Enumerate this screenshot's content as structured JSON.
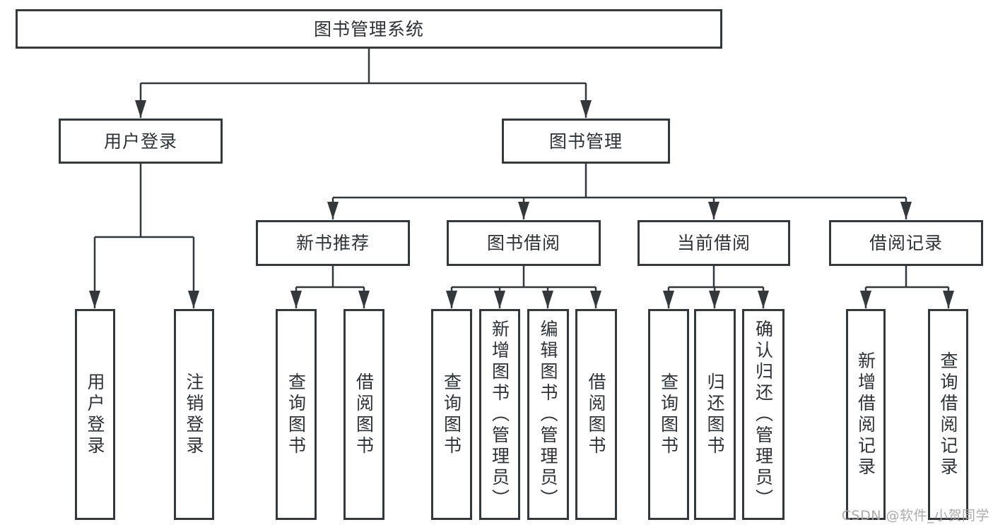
{
  "colors": {
    "line": "#35383b",
    "box_border": "#35383b",
    "text": "#2f3235",
    "background": "#ffffff",
    "watermark": "#a4a4a4"
  },
  "tree": {
    "root": {
      "label": "图书管理系统"
    },
    "level2": [
      {
        "label": "用户登录",
        "children": [
          {
            "label": "用户登录"
          },
          {
            "label": "注销登录"
          }
        ]
      },
      {
        "label": "图书管理",
        "children": [
          {
            "label": "新书推荐",
            "children": [
              {
                "label": "查询图书"
              },
              {
                "label": "借阅图书"
              }
            ]
          },
          {
            "label": "图书借阅",
            "children": [
              {
                "label": "查询图书"
              },
              {
                "label": "新增图书（管理员）"
              },
              {
                "label": "编辑图书（管理员）"
              },
              {
                "label": "借阅图书"
              }
            ]
          },
          {
            "label": "当前借阅",
            "children": [
              {
                "label": "查询图书"
              },
              {
                "label": "归还图书"
              },
              {
                "label": "确认归还（管理员）"
              }
            ]
          },
          {
            "label": "借阅记录",
            "children": [
              {
                "label": "新增借阅记录"
              },
              {
                "label": "查询借阅记录"
              }
            ]
          }
        ]
      }
    ]
  },
  "watermark": {
    "text": "CSDN @软件_小贺同学"
  }
}
